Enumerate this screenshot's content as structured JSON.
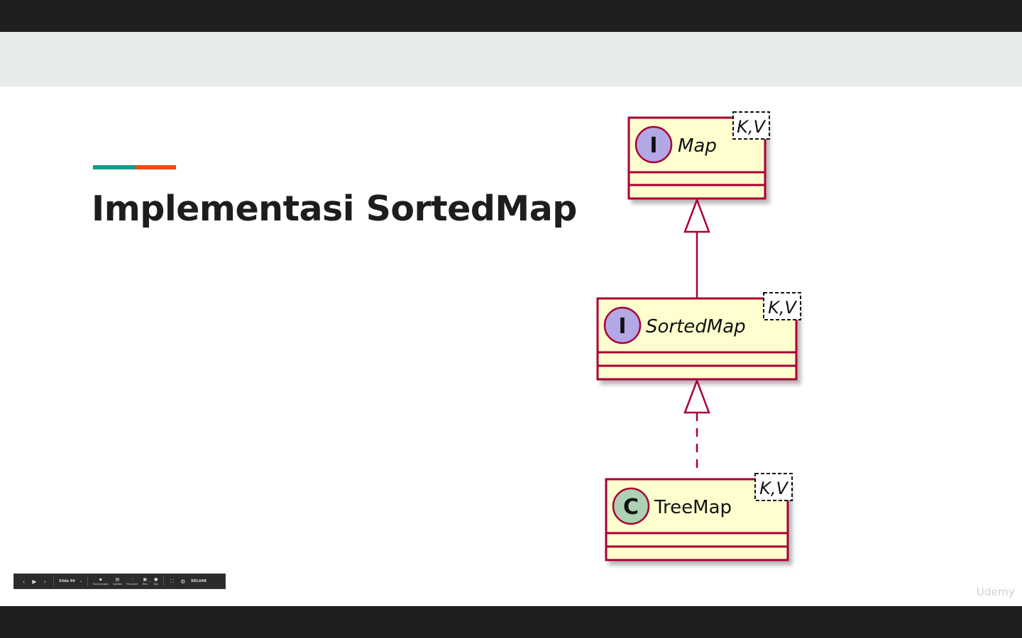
{
  "slide": {
    "title": "Implementasi SortedMap"
  },
  "uml": {
    "map": {
      "stereotype": "I",
      "name": "Map",
      "generic": "K,V"
    },
    "sorted_map": {
      "stereotype": "I",
      "name": "SortedMap",
      "generic": "K,V"
    },
    "tree_map": {
      "stereotype": "C",
      "name": "TreeMap",
      "generic": "K,V"
    },
    "colors": {
      "box_fill": "#fefece",
      "border": "#a80036",
      "interface_circle": "#b4a7e5",
      "class_circle": "#add1b2"
    }
  },
  "watermark": "Udemy",
  "controls": {
    "prev_icon": "chevron-left-icon",
    "play_icon": "play-icon",
    "next_icon": "chevron-right-icon",
    "slide_label": "Slide 94",
    "qa_label": "Tanya Jawab",
    "notes_label": "Catatan",
    "pointer_label": "Penunjuk",
    "captions_label": "Teks",
    "tips_label": "Tips",
    "exit_label": "KELUAR"
  }
}
